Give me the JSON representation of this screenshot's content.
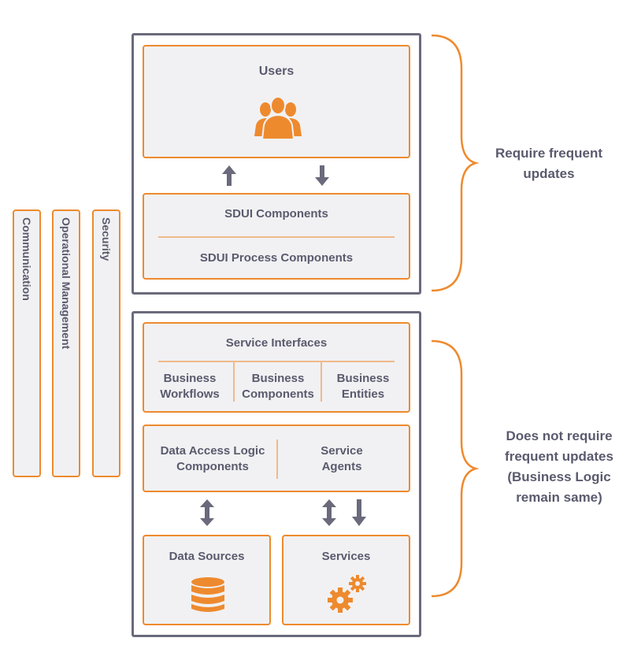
{
  "sidebar": {
    "communication": "Communication",
    "operational_management": "Operational Management",
    "security": "Security"
  },
  "top": {
    "users": "Users",
    "sdui_components": "SDUI Components",
    "sdui_process_components": "SDUI Process Components"
  },
  "bottom": {
    "service_interfaces": "Service Interfaces",
    "business_workflows_l1": "Business",
    "business_workflows_l2": "Workflows",
    "business_components_l1": "Business",
    "business_components_l2": "Components",
    "business_entities_l1": "Business",
    "business_entities_l2": "Entities",
    "data_access_l1": "Data Access Logic",
    "data_access_l2": "Components",
    "service_agents_l1": "Service",
    "service_agents_l2": "Agents",
    "data_sources": "Data Sources",
    "services": "Services"
  },
  "notes": {
    "top_l1": "Require frequent",
    "top_l2": "updates",
    "bottom_l1": "Does not require",
    "bottom_l2": "frequent updates",
    "bottom_l3": "(Business Logic",
    "bottom_l4": "remain same)"
  },
  "colors": {
    "accent": "#ee8a2e",
    "frame": "#6a6a7c",
    "box_fill": "#f1f1f3",
    "arrow": "#6a6a7c"
  },
  "icons": {
    "users": "users-group-icon",
    "database": "database-icon",
    "gears": "gears-icon"
  }
}
